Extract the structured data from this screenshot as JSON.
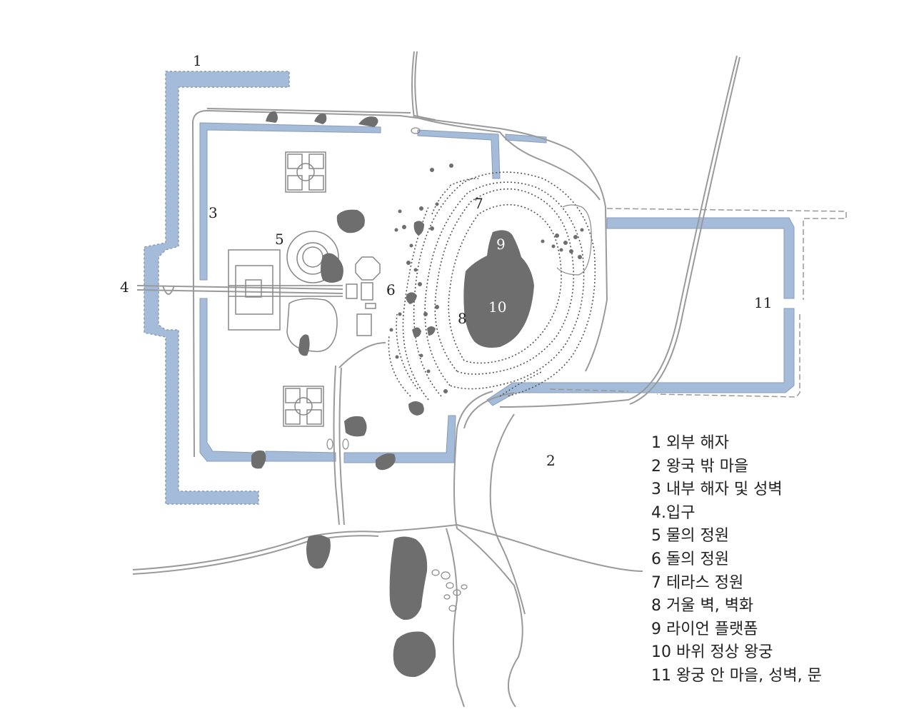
{
  "map_labels": {
    "n1": "1",
    "n2": "2",
    "n3": "3",
    "n4": "4",
    "n5": "5",
    "n6": "6",
    "n7": "7",
    "n8": "8",
    "n9": "9",
    "n10": "10",
    "n11": "11"
  },
  "legend": [
    "1 외부 해자",
    "2 왕국 밖 마을",
    "3 내부 해자 및 성벽",
    "4.입구",
    "5 물의 정원",
    "6 돌의 정원",
    "7 테라스 정원",
    "8 거울 벽, 벽화",
    "9 라이언 플랫폼",
    "10 바위 정상 왕궁",
    "11 왕궁 안 마을, 성벽, 문"
  ],
  "colors": {
    "moat": "#a4bbda",
    "rock": "#6e6e6e",
    "road": "#9a9a9a",
    "text": "#222222"
  }
}
